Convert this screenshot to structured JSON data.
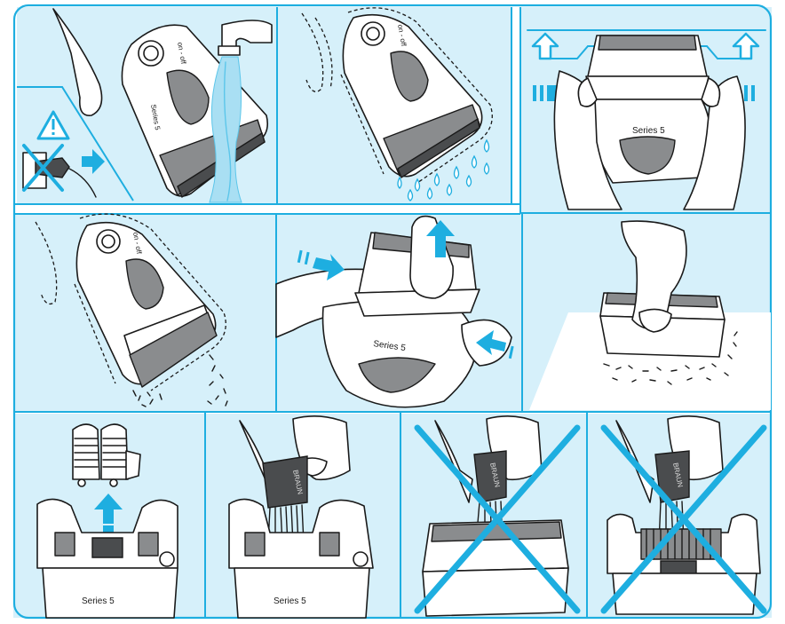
{
  "figure": {
    "brand_label": "Series 5",
    "switch_label": "on - off",
    "brush_label": "BRAUN",
    "device_side_label": "Series 5",
    "colors": {
      "accent": "#1eaee0",
      "panel_background": "#d6f0fa",
      "ink": "#1a1a1a"
    },
    "icons": [
      "warning-icon",
      "plug-icon",
      "faucet-icon",
      "water-drop-icon",
      "arrow-icon",
      "cross-icon"
    ]
  }
}
